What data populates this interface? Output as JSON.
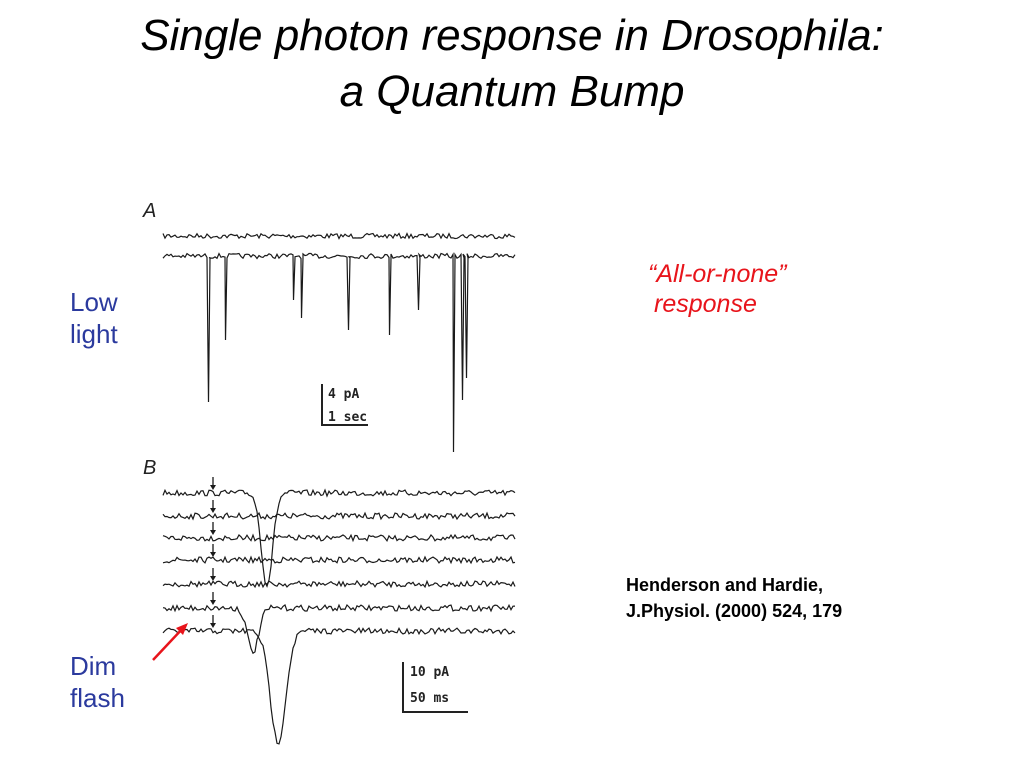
{
  "slide": {
    "title_line1": "Single photon response in Drosophila:",
    "title_line2": "a Quantum Bump",
    "low_light_line1": "Low",
    "low_light_line2": "light",
    "dim_flash_line1": "Dim",
    "dim_flash_line2": "flash",
    "callout_line1": "“All-or-none”",
    "callout_line2": "response",
    "citation_line1": "Henderson and Hardie,",
    "citation_line2": "J.Physiol. (2000) 524, 179"
  },
  "figure": {
    "panel_a_label": "A",
    "panel_b_label": "B",
    "panel_a_scale_current": "4 pA",
    "panel_a_scale_time": "1 sec",
    "panel_b_scale_current": "10 pA",
    "panel_b_scale_time": "50 ms"
  },
  "colors": {
    "label_blue": "#2b3a9e",
    "callout_red": "#e8141b",
    "arrow_red": "#e8141b",
    "trace": "#1a1a1a"
  }
}
